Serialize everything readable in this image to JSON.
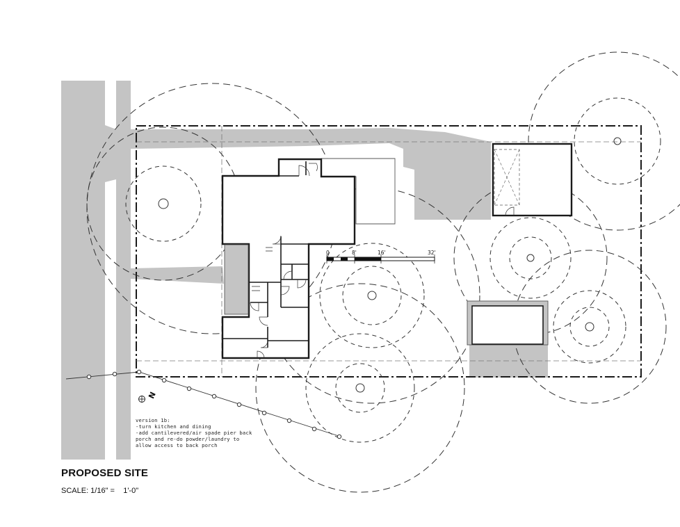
{
  "drawing": {
    "title": "PROPOSED SITE",
    "scale_text": "SCALE: 1/16\" =    1'-0\"",
    "north_label": "N",
    "graphic_scale": {
      "labels": [
        "0",
        "8'",
        "16'",
        "32'"
      ]
    },
    "notes": [
      "version 1b:",
      "-turn kitchen and dining",
      "-add cantilevered/air spade pier back",
      "porch and re-do powder/laundry to",
      "allow access to back porch"
    ],
    "colors": {
      "paving": "#c4c4c4",
      "linework": "#1a1a1a",
      "tree_canopy": "#333333"
    }
  }
}
